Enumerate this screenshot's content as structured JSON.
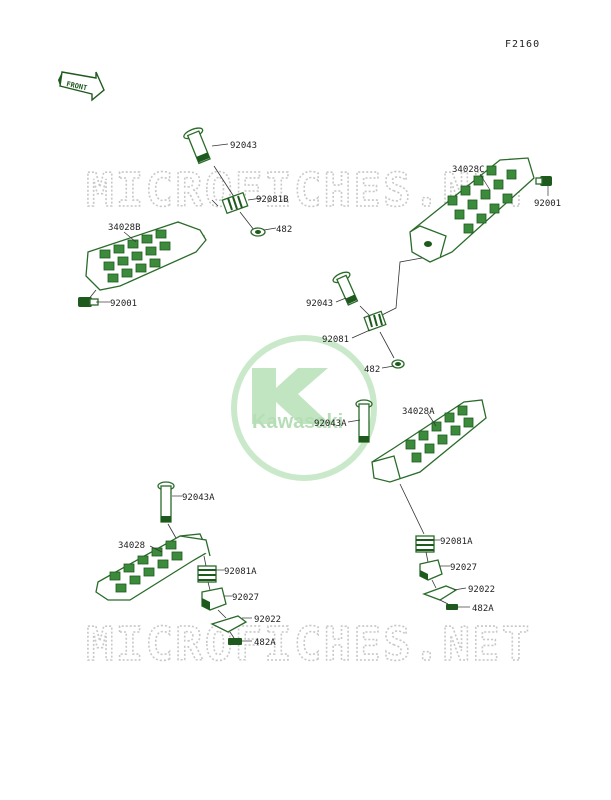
{
  "figure_code": "F2160",
  "front_label": "FRONT",
  "brand_logo_text": "Kawasaki",
  "watermark_text": "MICROFICHES.NET",
  "colors": {
    "part_green": "#2a6b2a",
    "logo_green": "#8fd08f",
    "watermark_gray": "#c8c8c8"
  },
  "labels": {
    "l92043_a": "92043",
    "l92081B": "92081B",
    "l482_a": "482",
    "l34028B": "34028B",
    "l92001_a": "92001",
    "l34028C": "34028C",
    "l92001_b": "92001",
    "l92043_b": "92043",
    "l92081": "92081",
    "l482_b": "482",
    "l34028A": "34028A",
    "l92043A_a": "92043A",
    "l92043A_b": "92043A",
    "l34028": "34028",
    "l92081A_a": "92081A",
    "l92027_a": "92027",
    "l92022_a": "92022",
    "l482A_a": "482A",
    "l92081A_b": "92081A",
    "l92027_b": "92027",
    "l92022_b": "92022",
    "l482A_b": "482A"
  }
}
